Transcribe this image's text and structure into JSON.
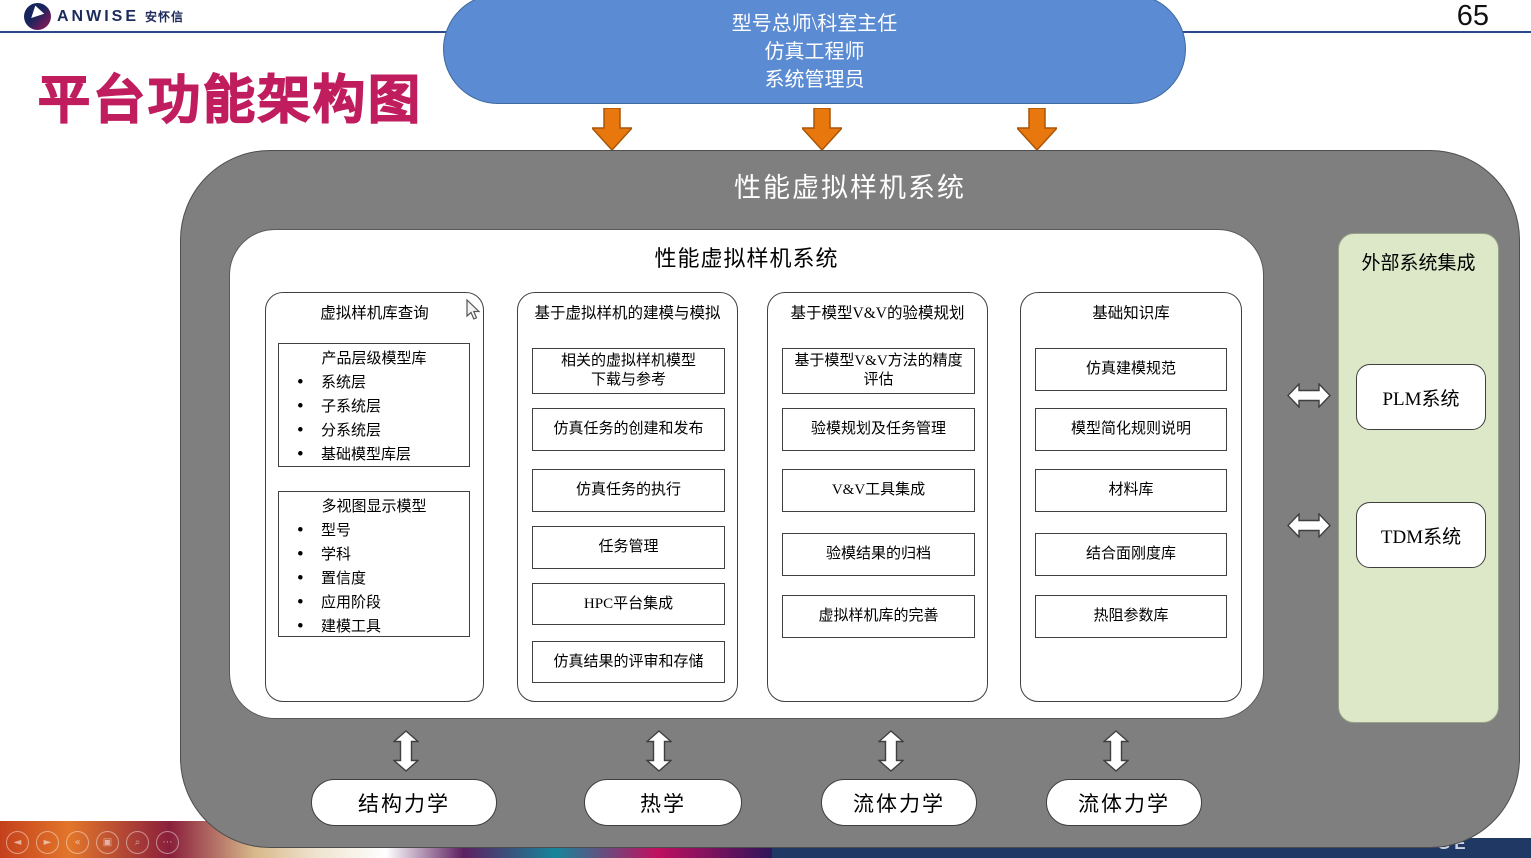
{
  "header": {
    "brand": "ANWISE",
    "brand_cn": "安怀信",
    "page_number": "65",
    "slide_title": "平台功能架构图"
  },
  "roles_box": {
    "text": "型号总师\\科室主任\n仿真工程师\n系统管理员"
  },
  "platform": {
    "outer_title": "性能虚拟样机系统",
    "inner_title": "性能虚拟样机系统",
    "columns": [
      {
        "title": "虚拟样机库查询",
        "groups": [
          {
            "title": "产品层级模型库",
            "bullets": [
              "系统层",
              "子系统层",
              "分系统层",
              "基础模型库层"
            ]
          },
          {
            "title": "多视图显示模型",
            "bullets": [
              "型号",
              "学科",
              "置信度",
              "应用阶段",
              "建模工具"
            ]
          }
        ]
      },
      {
        "title": "基于虚拟样机的建模与模拟",
        "items": [
          "相关的虚拟样机模型\n下载与参考",
          "仿真任务的创建和发布",
          "仿真任务的执行",
          "任务管理",
          "HPC平台集成",
          "仿真结果的评审和存储"
        ]
      },
      {
        "title": "基于模型V&V的验模规划",
        "items": [
          "基于模型V&V方法的精度\n评估",
          "验模规划及任务管理",
          "V&V工具集成",
          "验模结果的归档",
          "虚拟样机库的完善"
        ]
      },
      {
        "title": "基础知识库",
        "items": [
          "仿真建模规范",
          "模型简化规则说明",
          "材料库",
          "结合面刚度库",
          "热阻参数库"
        ]
      }
    ]
  },
  "external": {
    "title": "外部系统集成",
    "systems": [
      "PLM系统",
      "TDM系统"
    ]
  },
  "disciplines": [
    "结构力学",
    "热学",
    "流体力学",
    "流体力学"
  ],
  "viewer_controls": [
    {
      "name": "prev",
      "glyph": "◄"
    },
    {
      "name": "next",
      "glyph": "►"
    },
    {
      "name": "collapse",
      "glyph": "«"
    },
    {
      "name": "frame",
      "glyph": "▣"
    },
    {
      "name": "zoom",
      "glyph": "⌕"
    },
    {
      "name": "more",
      "glyph": "⋯"
    }
  ],
  "footer": {
    "partial_text": "GE"
  },
  "colors": {
    "accent_title": "#c01d5f",
    "roles_fill": "#5b8bd3",
    "arrow_orange": "#e8780e",
    "container_gray": "#7f7f7f",
    "external_green": "#dce8c8",
    "header_line": "#2b4a8b",
    "footer_navy": "#203864"
  }
}
